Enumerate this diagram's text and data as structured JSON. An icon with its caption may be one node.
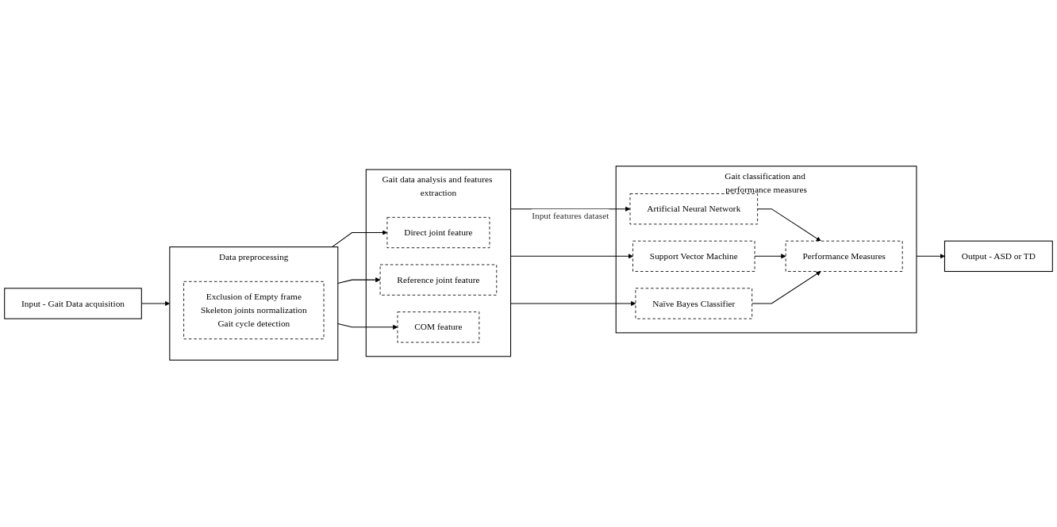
{
  "diagram": {
    "nodes": [
      {
        "text": [
          "Input - Gait Data acquisition"
        ]
      },
      {
        "text": [
          "Data preprocessing"
        ]
      },
      {
        "text": [
          "Exclusion of Empty frame",
          "Skeleton joints normalization",
          "Gait cycle detection"
        ],
        "in": 1
      },
      {
        "text": [
          "Gait data analysis and features extraction"
        ]
      },
      {
        "text": [
          "Direct joint feature"
        ],
        "in": 3
      },
      {
        "text": [
          "Reference joint feature"
        ],
        "in": 3
      },
      {
        "text": [
          "COM feature"
        ],
        "in": 3
      },
      {
        "text": [
          "Output - ASD or TD"
        ]
      },
      {
        "text": [
          "Gait classification and performance measures"
        ]
      },
      {
        "text": [
          "Performance Measures"
        ],
        "in": 8
      },
      {
        "text": [
          "Artificial Neural Network"
        ],
        "in": 8
      },
      {
        "text": [
          "Support Vector Machine"
        ],
        "in": 8
      },
      {
        "text": [
          "Naïve Bayes Classifier"
        ],
        "in": 8
      }
    ],
    "edges": [
      {
        "from": 0,
        "to": 1,
        "arrow": "to"
      },
      {
        "from": 1,
        "to": 4,
        "arrow": "to"
      },
      {
        "from": 1,
        "to": 5,
        "arrow": "to"
      },
      {
        "from": 1,
        "to": 6,
        "arrow": "to"
      },
      {
        "from": 3,
        "to": 10,
        "arrow": "to",
        "label": "Input features dataset"
      },
      {
        "from": 3,
        "to": 11,
        "arrow": "to"
      },
      {
        "from": 3,
        "to": 12,
        "arrow": "to"
      },
      {
        "from": 10,
        "to": 9,
        "arrow": "to"
      },
      {
        "from": 11,
        "to": 9,
        "arrow": "to"
      },
      {
        "from": 12,
        "to": 9,
        "arrow": "to"
      },
      {
        "from": 8,
        "to": 7,
        "arrow": "to"
      }
    ]
  }
}
